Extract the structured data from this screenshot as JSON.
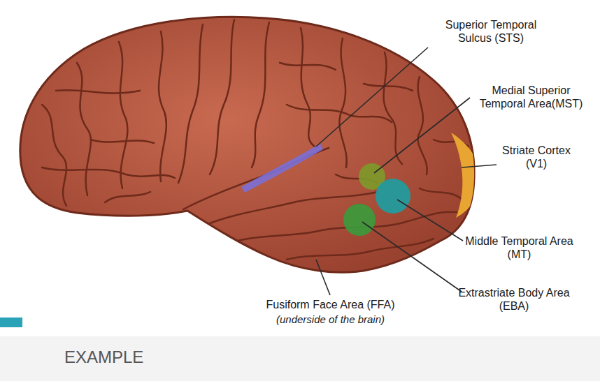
{
  "diagram": {
    "labels": [
      "Superior Temporal Sulcus (STS)",
      "Medial Superior Temporal Area(MST)",
      "Striate Cortex (V1)",
      "Middle Temporal Area (MT)",
      "Extrastriate Body Area (EBA)",
      "Fusiform Face Area (FFA)",
      "(underside of the brain)",
      "EXAMPLE"
    ]
  }
}
